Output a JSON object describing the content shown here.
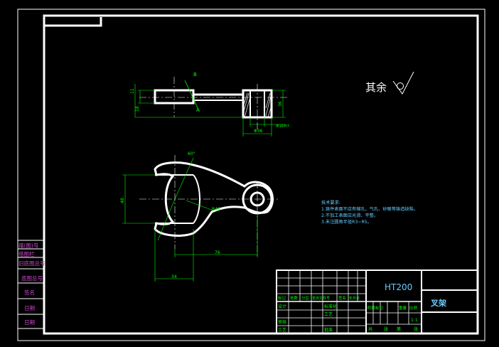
{
  "colors": {
    "background": "#000000",
    "part": "#ffffff",
    "dimension": "#00ff00",
    "tech_notes": "#66ccff",
    "side_label": "#cc44cc",
    "title_block": "#ffffff",
    "title_text": "#00ff00"
  },
  "side_stamp": {
    "rows": [
      "描(图)号",
      "借图栏",
      "旧底图总号",
      "底图总号",
      "签名",
      "日期",
      "日期"
    ]
  },
  "roughness": {
    "label": "其余"
  },
  "top_view": {
    "dims": {
      "d1": "11",
      "d2": "18",
      "d3": "36",
      "d4": "Φ36",
      "d5": "Φ16H7",
      "section_b": "B",
      "section_a": "A"
    }
  },
  "front_view": {
    "dims": {
      "angle": "60°",
      "chord": "48",
      "width": "34",
      "length": "76",
      "radius": "R48"
    }
  },
  "tech_notes": {
    "title": "技术要求:",
    "lines": [
      "1.铸件表面不应有缩孔、气孔、砂眼等铸造缺陷。",
      "2.不加工表面应光滑、平整。",
      "3.未注圆角半径R3~R5。"
    ]
  },
  "title_block": {
    "material": "HT200",
    "part_name": "叉架",
    "rev_header": [
      "标记",
      "处数",
      "分区",
      "更改文件号",
      "签名",
      "年月日"
    ],
    "sign_rows": [
      {
        "role": "设计",
        "std": "标准化"
      },
      {
        "role": "审核",
        "std": "工艺"
      },
      {
        "role": "工艺",
        "std": "批准"
      }
    ],
    "stage_header": [
      "阶段标记",
      "重量",
      "比例"
    ],
    "scale": "1:1",
    "sheet": [
      "共",
      "张",
      "第",
      "张"
    ]
  }
}
